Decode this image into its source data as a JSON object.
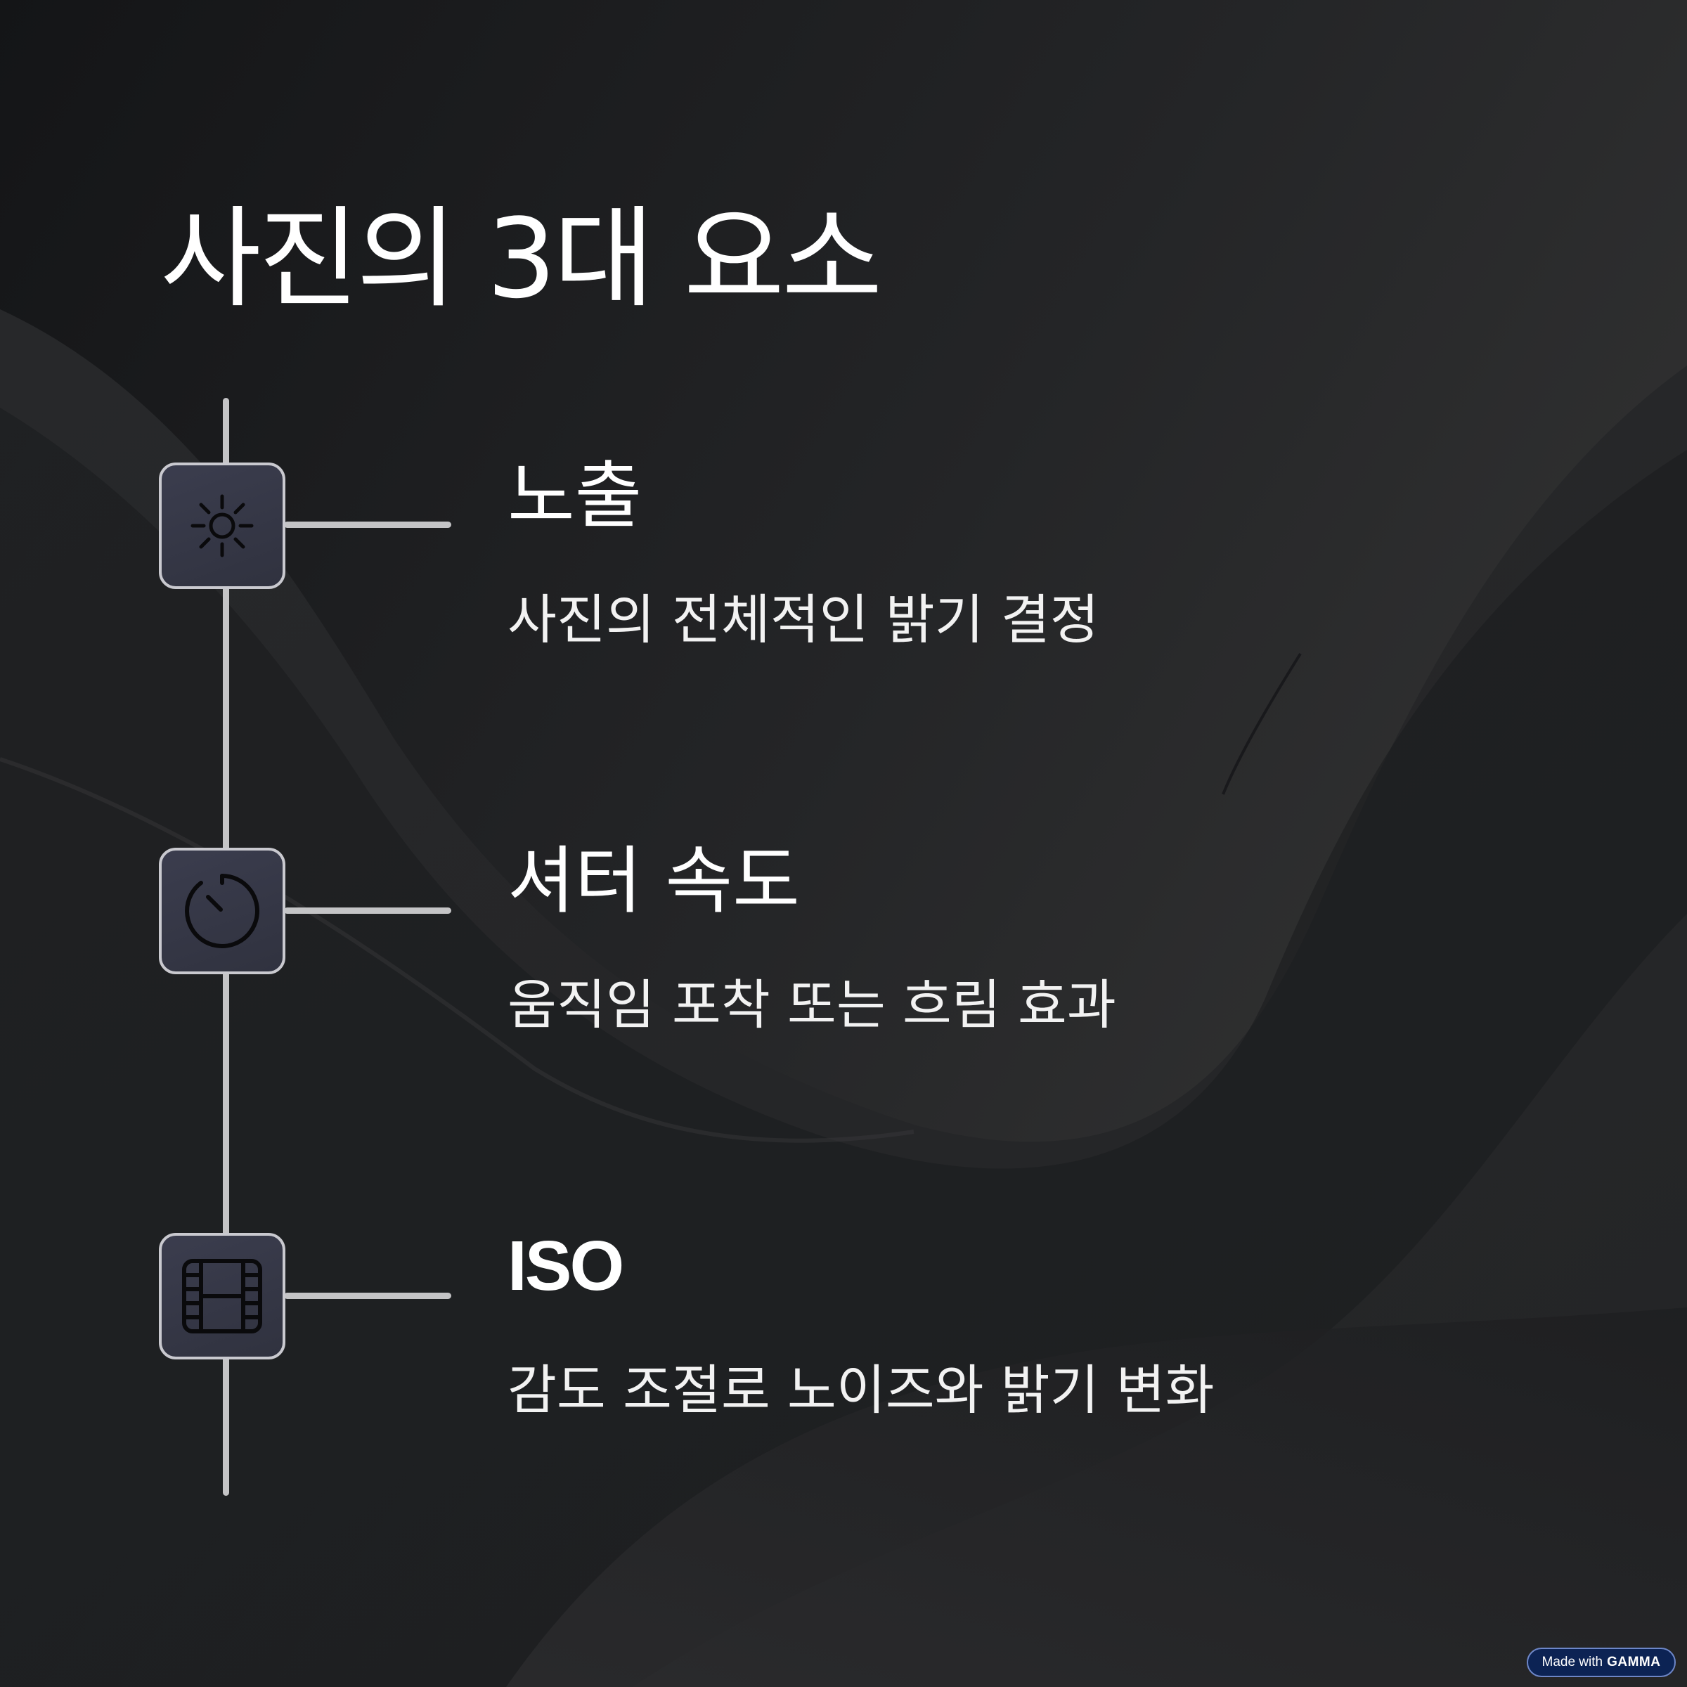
{
  "slide": {
    "title": "사진의 3대 요소"
  },
  "items": [
    {
      "title": "노출",
      "description": "사진의 전체적인 밝기 결정",
      "icon": "sun-icon"
    },
    {
      "title": "셔터 속도",
      "description": "움직임 포착 또는 흐림 효과",
      "icon": "timer-icon"
    },
    {
      "title": "ISO",
      "description": "감도 조절로 노이즈와 밝기 변화",
      "icon": "film-icon"
    }
  ],
  "badge": {
    "prefix": "Made with",
    "brand": "GAMMA"
  },
  "colors": {
    "background": "#1c1d1f",
    "timeline": "#c4c4c6",
    "icon_box": "#343645",
    "icon_stroke": "#0a0a0c",
    "text": "#ffffff",
    "badge_bg": "#0c2354"
  }
}
